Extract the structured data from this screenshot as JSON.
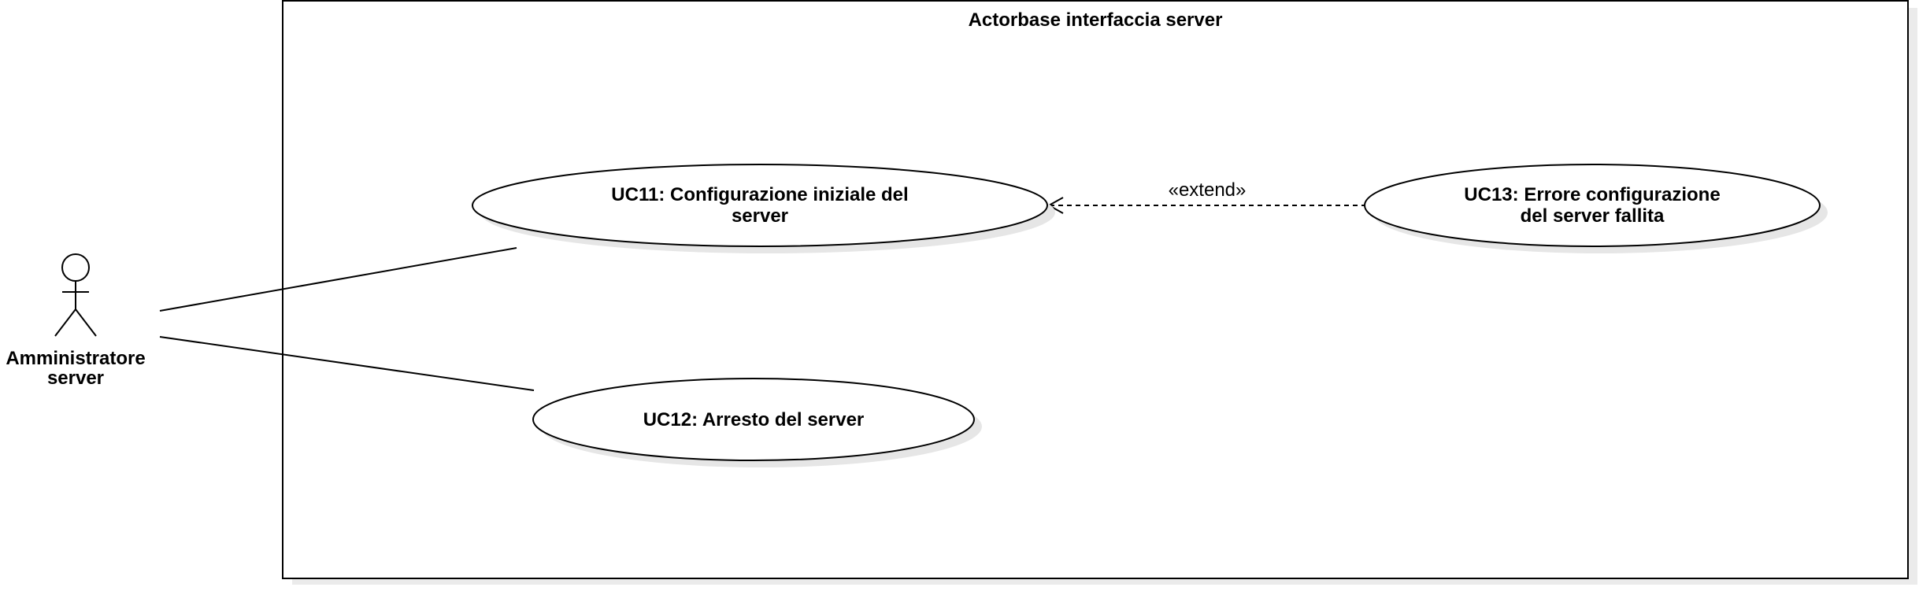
{
  "system": {
    "title": "Actorbase interfaccia server"
  },
  "actor": {
    "name_line1": "Amministratore",
    "name_line2": "server"
  },
  "use_cases": {
    "uc11": {
      "line1": "UC11: Configurazione iniziale del",
      "line2": "server"
    },
    "uc12": {
      "line1": "UC12: Arresto del server"
    },
    "uc13": {
      "line1": "UC13: Errore configurazione",
      "line2": "del server fallita"
    }
  },
  "relations": {
    "extend_label": "«extend»"
  },
  "colors": {
    "stroke": "#000000",
    "fill": "#ffffff",
    "shadow": "#e6e6e6"
  }
}
